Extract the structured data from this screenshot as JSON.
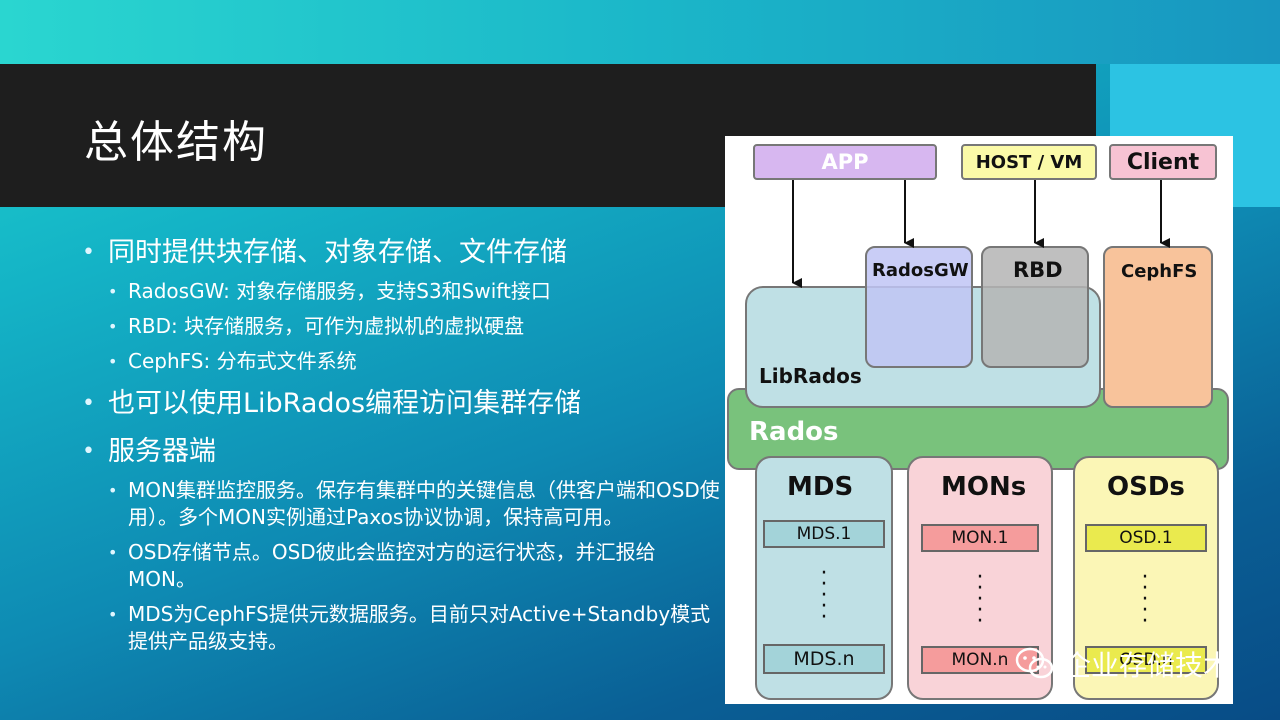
{
  "slide": {
    "title": "总体结构"
  },
  "bullets": {
    "b1": "同时提供块存储、对象存储、文件存储",
    "b1_sub": [
      "RadosGW: 对象存储服务，支持S3和Swift接口",
      "RBD: 块存储服务，可作为虚拟机的虚拟硬盘",
      "CephFS: 分布式文件系统"
    ],
    "b2": "也可以使用LibRados编程访问集群存储",
    "b3": "服务器端",
    "b3_sub": [
      "MON集群监控服务。保存有集群中的关键信息（供客户端和OSD使用）。多个MON实例通过Paxos协议协调，保持高可用。",
      "OSD存储节点。OSD彼此会监控对方的运行状态，并汇报给MON。",
      "MDS为CephFS提供元数据服务。目前只对Active+Standby模式提供产品级支持。"
    ]
  },
  "diagram": {
    "app": "APP",
    "host_vm": "HOST / VM",
    "client": "Client",
    "radosgw": "RadosGW",
    "rbd": "RBD",
    "cephfs": "CephFS",
    "librados": "LibRados",
    "rados": "Rados",
    "mds": "MDS",
    "mons": "MONs",
    "osds": "OSDs",
    "mds_1": "MDS.1",
    "mds_n": "MDS.n",
    "mon_1": "MON.1",
    "mon_n": "MON.n",
    "osd_1": "OSD.1",
    "osd_n": "OSD.n",
    "colors": {
      "app": "#d7b7f0",
      "host": "#fbfaa8",
      "client": "#f7c3d3",
      "librados": "#bfe0e5",
      "radosgw": "#c7c9f2",
      "rbd": "#c9c9c9",
      "cephfs": "#f8c39b",
      "rados": "#79c27c",
      "mds_box": "#bfe0e5",
      "mons_box": "#f9d3d8",
      "osds_box": "#fbf6b6",
      "mds_inst": "#a3d3d9",
      "mon_inst": "#f59c9c",
      "osd_inst": "#eaea4e"
    }
  },
  "watermark": {
    "text": "企业存储技术",
    "icon": "wechat-icon"
  }
}
